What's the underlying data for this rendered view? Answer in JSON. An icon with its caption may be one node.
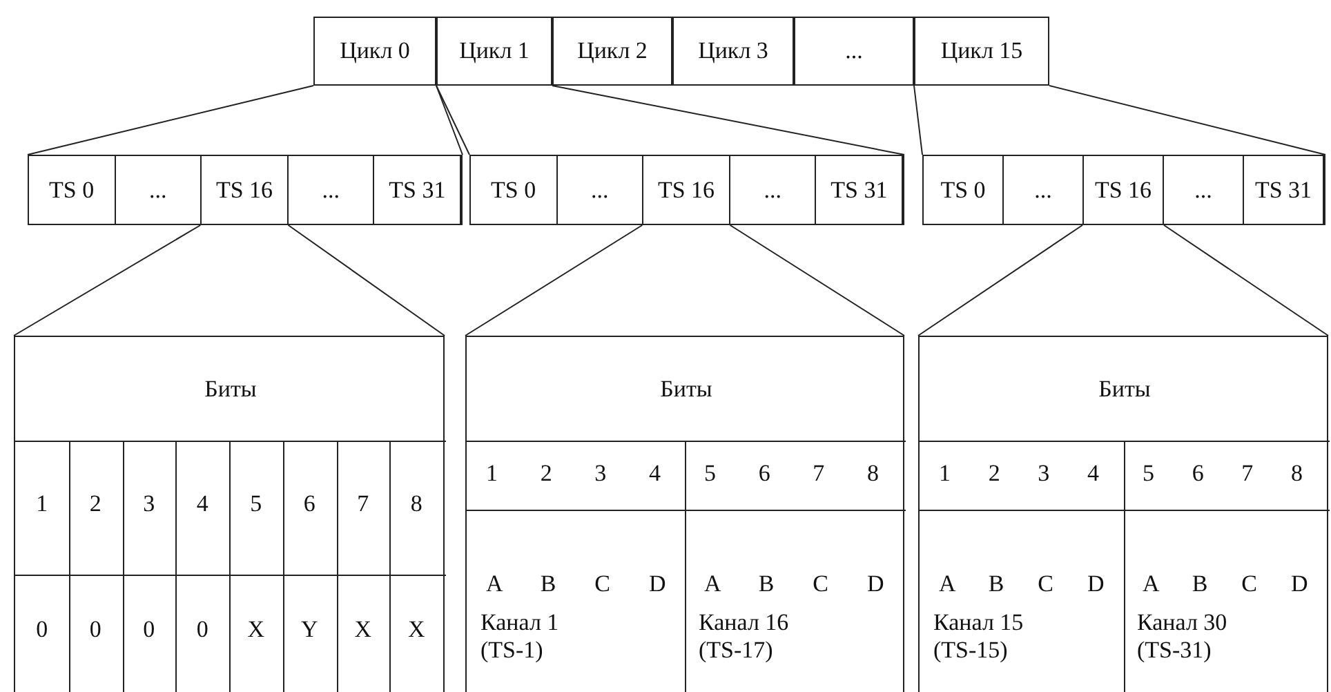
{
  "diagram": {
    "nodes": [
      {
        "text": [
          "Цикл 0"
        ]
      },
      {
        "text": [
          "Цикл 1"
        ]
      },
      {
        "text": [
          "Цикл 2"
        ]
      },
      {
        "text": [
          "Цикл 3"
        ]
      },
      {
        "text": [
          "..."
        ]
      },
      {
        "text": [
          "Цикл 15"
        ]
      },
      {
        "text": [],
        "shape": "box"
      },
      {
        "text": [
          "TS 0"
        ],
        "in": 6
      },
      {
        "text": [
          "..."
        ],
        "in": 6
      },
      {
        "text": [
          "TS 16"
        ],
        "in": 6
      },
      {
        "text": [
          "..."
        ],
        "in": 6
      },
      {
        "text": [
          "TS 31"
        ],
        "in": 6
      },
      {
        "text": [],
        "shape": "box"
      },
      {
        "text": [
          "TS 0"
        ],
        "in": 12
      },
      {
        "text": [
          "..."
        ],
        "in": 12
      },
      {
        "text": [
          "TS 16"
        ],
        "in": 12
      },
      {
        "text": [
          "..."
        ],
        "in": 12
      },
      {
        "text": [
          "TS 31"
        ],
        "in": 12
      },
      {
        "text": [],
        "shape": "box"
      },
      {
        "text": [
          "TS 0"
        ],
        "in": 18
      },
      {
        "text": [
          "..."
        ],
        "in": 18
      },
      {
        "text": [
          "TS 16"
        ],
        "in": 18
      },
      {
        "text": [
          "..."
        ],
        "in": 18
      },
      {
        "text": [
          "TS 31"
        ],
        "in": 18
      },
      {
        "text": [
          "Биты",
          "1",
          "2",
          "3",
          "4",
          "5",
          "6",
          "7",
          "8",
          "0",
          "0",
          "0",
          "0",
          "X",
          "Y",
          "X",
          "X"
        ]
      },
      {
        "text": [
          "Биты",
          "1",
          "2",
          "3",
          "4",
          "5",
          "6",
          "7",
          "8",
          "A",
          "B",
          "C",
          "D",
          "Канал 1 (TS-1)",
          "A",
          "B",
          "C",
          "D",
          "Канал 16 (TS-17)"
        ]
      },
      {
        "text": [
          "Биты",
          "1",
          "2",
          "3",
          "4",
          "5",
          "6",
          "7",
          "8",
          "A",
          "B",
          "C",
          "D",
          "Канал 15 (TS-15)",
          "A",
          "B",
          "C",
          "D",
          "Канал 30 (TS-31)"
        ]
      }
    ],
    "edges": [
      {
        "from": 0,
        "to": 6,
        "arrow": "none"
      },
      {
        "from": 0,
        "to": 6,
        "arrow": "none"
      },
      {
        "from": 1,
        "to": 12,
        "arrow": "none"
      },
      {
        "from": 1,
        "to": 12,
        "arrow": "none"
      },
      {
        "from": 5,
        "to": 18,
        "arrow": "none"
      },
      {
        "from": 5,
        "to": 18,
        "arrow": "none"
      },
      {
        "from": 9,
        "to": 24,
        "arrow": "none"
      },
      {
        "from": 9,
        "to": 24,
        "arrow": "none"
      },
      {
        "from": 15,
        "to": 25,
        "arrow": "none"
      },
      {
        "from": 15,
        "to": 25,
        "arrow": "none"
      },
      {
        "from": 21,
        "to": 26,
        "arrow": "none"
      },
      {
        "from": 21,
        "to": 26,
        "arrow": "none"
      }
    ]
  }
}
